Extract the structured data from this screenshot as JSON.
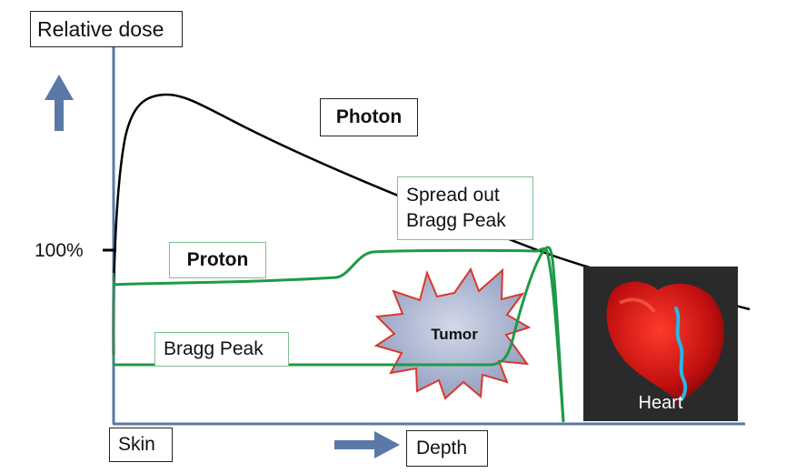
{
  "y_axis_label": "Relative dose",
  "y_tick_label": "100%",
  "x_start_label": "Skin",
  "x_axis_label": "Depth",
  "curves": {
    "photon_label": "Photon",
    "proton_label": "Proton",
    "bragg_peak_label": "Bragg Peak",
    "sobp_label_line1": "Spread out",
    "sobp_label_line2": "Bragg Peak"
  },
  "tumor_label": "Tumor",
  "heart_label": "Heart",
  "colors": {
    "axis": "#5b79a6",
    "photon_curve": "#000000",
    "proton_curve": "#1f9a47",
    "tumor_outline": "#d8392b",
    "heart": "#c01010",
    "vessel": "#29b6e8"
  },
  "icons": [
    "up-arrow-icon",
    "right-arrow-icon",
    "tumor-star-icon",
    "heart-image"
  ]
}
